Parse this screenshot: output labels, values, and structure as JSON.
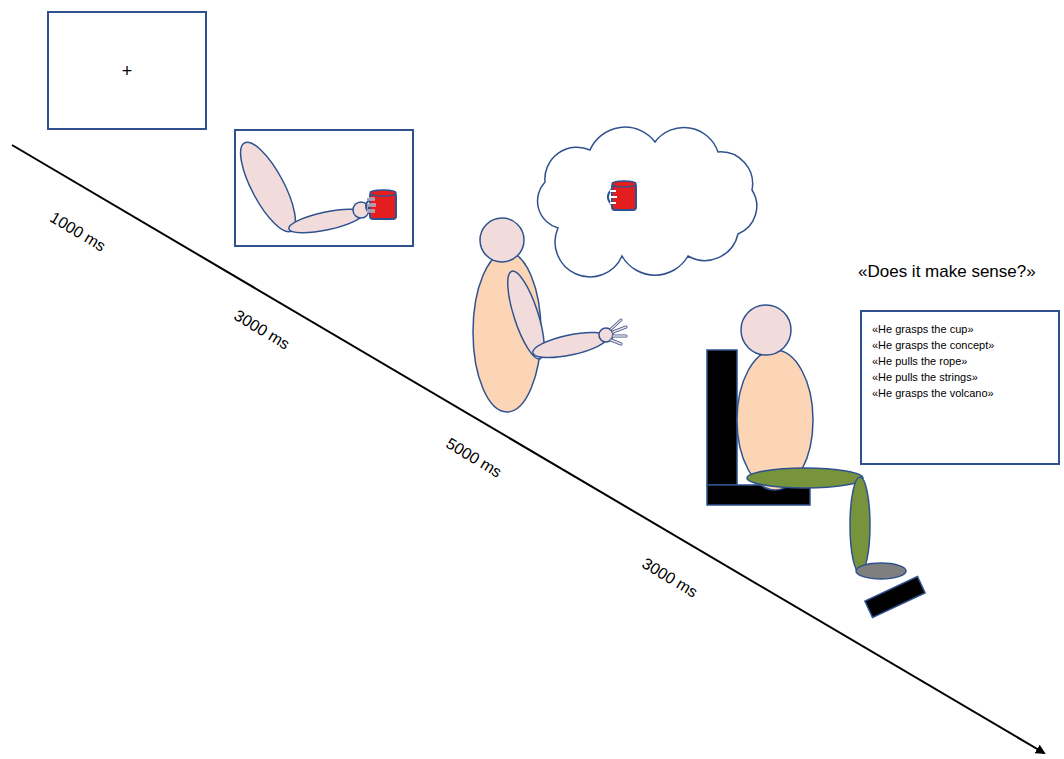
{
  "diagram": {
    "nodes": [
      {
        "text": [
          "+"
        ]
      },
      {
        "text": [
          "«He grasps the cup»",
          "«He grasps the concept»",
          "«He pulls the rope»",
          "«He pulls the strings»",
          "«He grasps the volcano»"
        ]
      }
    ],
    "labels": [
      "1000 ms",
      "3000 ms",
      "5000 ms",
      "3000 ms",
      "«Does it make sense?»"
    ]
  }
}
